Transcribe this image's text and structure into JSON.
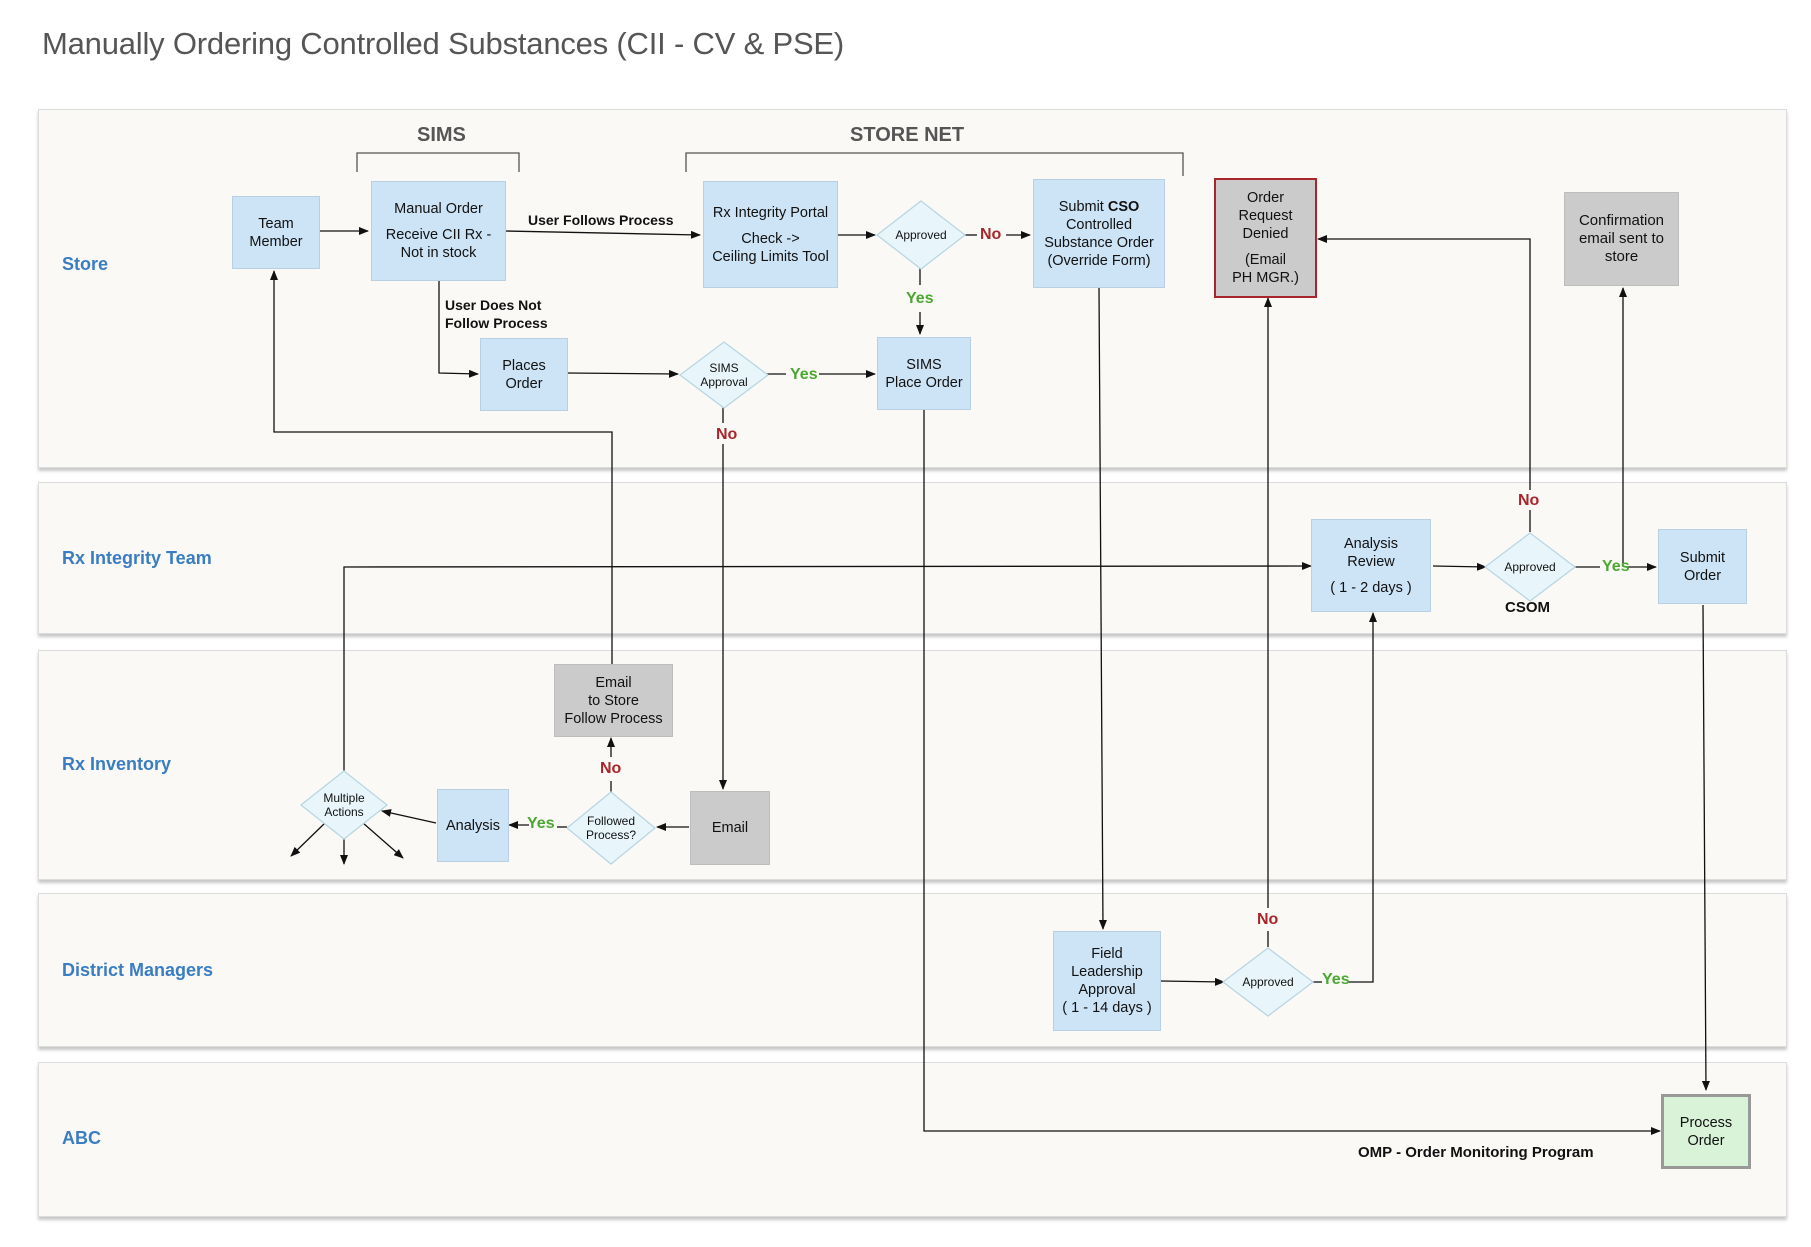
{
  "title": "Manually Ordering Controlled Substances (CII - CV & PSE)",
  "lanes": {
    "store": "Store",
    "rx_integrity": "Rx Integrity Team",
    "rx_inventory": "Rx Inventory",
    "district": "District Managers",
    "abc": "ABC"
  },
  "groups": {
    "sims": "SIMS",
    "store_net": "STORE NET"
  },
  "boxes": {
    "team_member": [
      "Team",
      "Member"
    ],
    "manual_order_1": "Manual Order",
    "manual_order_2": [
      "Receive CII Rx -",
      "Not in stock"
    ],
    "rx_portal_1": "Rx Integrity Portal",
    "rx_portal_2": [
      "Check ->",
      "Ceiling Limits Tool"
    ],
    "submit_cso_pre": "Submit ",
    "submit_cso_bold": "CSO",
    "submit_cso_rest": [
      "Controlled",
      "Substance Order",
      "(Override Form)"
    ],
    "order_denied_1": [
      "Order",
      "Request",
      "Denied"
    ],
    "order_denied_2": [
      "(Email",
      "PH MGR.)"
    ],
    "confirmation": [
      "Confirmation",
      "email sent to",
      "store"
    ],
    "places_order": [
      "Places",
      "Order"
    ],
    "sims_place_order": [
      "SIMS",
      "Place Order"
    ],
    "analysis_review_1": [
      "Analysis",
      "Review"
    ],
    "analysis_review_2": "( 1 - 2  days )",
    "submit_order": [
      "Submit",
      "Order"
    ],
    "email_store": [
      "Email",
      "to Store",
      "Follow Process"
    ],
    "email": "Email",
    "analysis": "Analysis",
    "field_leadership": [
      "Field",
      "Leadership",
      "Approval",
      "( 1 - 14 days )"
    ],
    "process_order": [
      "Process",
      "Order"
    ]
  },
  "diamonds": {
    "approved_store": "Approved",
    "sims_approval": [
      "SIMS",
      "Approval"
    ],
    "approved_csom": "Approved",
    "followed_process": [
      "Followed",
      "Process?"
    ],
    "multiple_actions": [
      "Multiple",
      "Actions"
    ],
    "approved_dm": "Approved"
  },
  "labels": {
    "user_follows": "User Follows Process",
    "user_not_follow": [
      "User Does Not",
      "Follow Process"
    ],
    "no": "No",
    "yes": "Yes",
    "csom": "CSOM",
    "omp": "OMP - Order Monitoring Program"
  }
}
